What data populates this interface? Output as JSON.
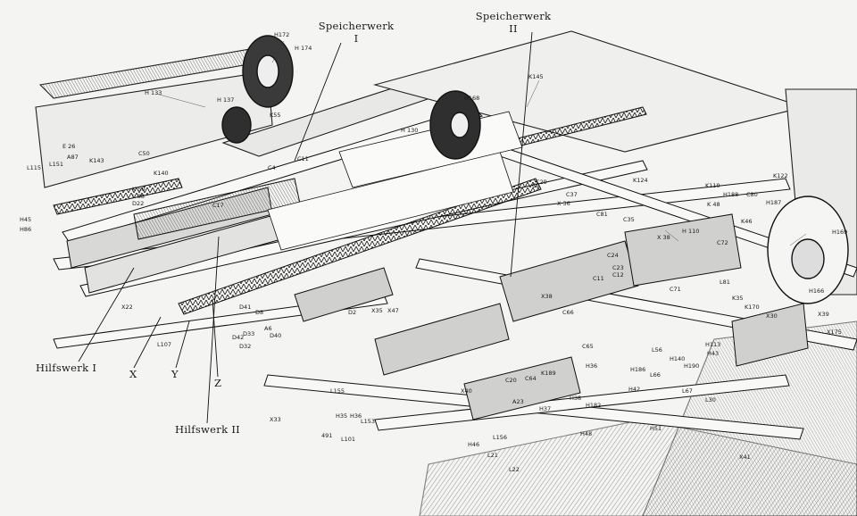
{
  "figure": {
    "big_labels": {
      "speicherwerk_1_name": "Speicherwerk",
      "speicherwerk_1_num": "I",
      "speicherwerk_2_name": "Speicherwerk",
      "speicherwerk_2_num": "II",
      "hilfswerk_1": "Hilfswerk I",
      "hilfswerk_2": "Hilfswerk II",
      "x": "X",
      "y": "Y",
      "z": "Z"
    },
    "part_labels": {
      "h172": "H172",
      "h174": "H 174",
      "h133": "H 133",
      "h137": "H 137",
      "k55": "K55",
      "c50": "C50",
      "e26": "E 26",
      "a87": "A87",
      "l151": "L151",
      "k143": "K143",
      "l115": "L115",
      "k140": "K140",
      "c17": "C17",
      "k50": "K 50",
      "l88": "L 88",
      "d22": "D22",
      "h45": "H45",
      "h86": "H86",
      "c4": "C4",
      "c11": "C11",
      "h130": "H 130",
      "h168": "H168",
      "k145": "K145",
      "c9": "C9",
      "c29": "C29",
      "c37": "C37",
      "x36": "X 36",
      "c81": "C81",
      "c35": "C35",
      "k124": "K124",
      "k119": "K119",
      "h188": "H188",
      "c80": "C80",
      "h187": "H187",
      "k48": "K 48",
      "k46": "K46",
      "k122": "K122",
      "h169": "H169",
      "h110": "H 110",
      "x38": "X 38",
      "c72": "C72",
      "c71": "C71",
      "l81": "L81",
      "h166": "H166",
      "k35": "K35",
      "k170": "K170",
      "x30": "X30",
      "x39": "X39",
      "x175": "X175",
      "c11b": "C11",
      "c12": "C12",
      "c23": "C23",
      "c24": "C24",
      "x38b": "X38",
      "c66": "C66",
      "c65": "C65",
      "l56": "L56",
      "h140": "H140",
      "h113": "H113",
      "h190": "H190",
      "h43": "H43",
      "h36": "H36",
      "h186": "H186",
      "l66": "L66",
      "l67": "L67",
      "l30": "L30",
      "h42": "H42",
      "h38": "H38",
      "h182": "H182",
      "h51": "H51",
      "h48": "H48",
      "x41": "X41",
      "x22": "X22",
      "l107": "L107",
      "d41": "D41",
      "d8": "D8",
      "a6": "A6",
      "d40": "D40",
      "d42": "D42",
      "d33": "D33",
      "d32": "D32",
      "d2": "D2",
      "x35": "X35",
      "x47": "X47",
      "c20": "C20",
      "c64": "C64",
      "k189": "K189",
      "x40": "X40",
      "a23": "A23",
      "h37": "H37",
      "h46": "H46",
      "l21": "L21",
      "l22": "L22",
      "l101": "L101",
      "l156": "L156",
      "x33": "X33",
      "n491": "491",
      "h35": "H35",
      "h36b": "H36",
      "l153": "L153",
      "l155": "L155"
    }
  }
}
